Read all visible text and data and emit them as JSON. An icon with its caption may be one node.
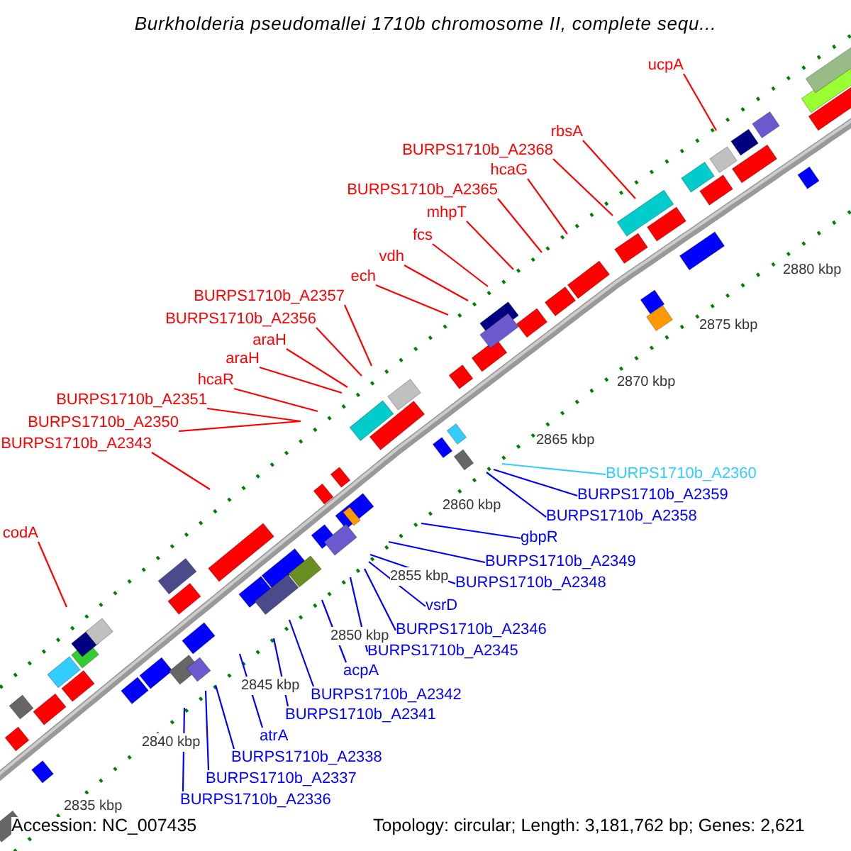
{
  "diagram": {
    "title": "Burkholderia pseudomallei 1710b chromosome II, complete sequ...",
    "nodes": [
      {
        "text": [
          "ucpA"
        ]
      },
      {
        "text": [
          "rbsA"
        ]
      },
      {
        "text": [
          "BURPS1710b_A2368"
        ]
      },
      {
        "text": [
          "hcaG"
        ]
      },
      {
        "text": [
          "BURPS1710b_A2365"
        ]
      },
      {
        "text": [
          "mhpT"
        ]
      },
      {
        "text": [
          "fcs"
        ]
      },
      {
        "text": [
          "vdh"
        ]
      },
      {
        "text": [
          "ech"
        ]
      },
      {
        "text": [
          "BURPS1710b_A2357"
        ]
      },
      {
        "text": [
          "BURPS1710b_A2356"
        ]
      },
      {
        "text": [
          "araH"
        ]
      },
      {
        "text": [
          "araH"
        ]
      },
      {
        "text": [
          "hcaR"
        ]
      },
      {
        "text": [
          "BURPS1710b_A2351"
        ]
      },
      {
        "text": [
          "BURPS1710b_A2350"
        ]
      },
      {
        "text": [
          "BURPS1710b_A2343"
        ]
      },
      {
        "text": [
          "codA"
        ]
      },
      {
        "text": [
          "BURPS1710b_A2360"
        ]
      },
      {
        "text": [
          "BURPS1710b_A2359"
        ]
      },
      {
        "text": [
          "BURPS1710b_A2358"
        ]
      },
      {
        "text": [
          "gbpR"
        ]
      },
      {
        "text": [
          "BURPS1710b_A2349"
        ]
      },
      {
        "text": [
          "BURPS1710b_A2348"
        ]
      },
      {
        "text": [
          "vsrD"
        ]
      },
      {
        "text": [
          "BURPS1710b_A2346"
        ]
      },
      {
        "text": [
          "BURPS1710b_A2345"
        ]
      },
      {
        "text": [
          "acpA"
        ]
      },
      {
        "text": [
          "BURPS1710b_A2342"
        ]
      },
      {
        "text": [
          "BURPS1710b_A2341"
        ]
      },
      {
        "text": [
          "atrA"
        ]
      },
      {
        "text": [
          "BURPS1710b_A2338"
        ]
      },
      {
        "text": [
          "BURPS1710b_A2337"
        ]
      },
      {
        "text": [
          "BURPS1710b_A2336"
        ]
      }
    ],
    "edges": [
      {
        "from": 0,
        "to": null,
        "arrow": "none"
      },
      {
        "from": 1,
        "to": null,
        "arrow": "none"
      },
      {
        "from": 2,
        "to": null,
        "arrow": "none"
      },
      {
        "from": 3,
        "to": null,
        "arrow": "none"
      },
      {
        "from": 4,
        "to": null,
        "arrow": "none"
      },
      {
        "from": 5,
        "to": null,
        "arrow": "none"
      },
      {
        "from": 6,
        "to": null,
        "arrow": "none"
      },
      {
        "from": 7,
        "to": null,
        "arrow": "none"
      },
      {
        "from": 8,
        "to": null,
        "arrow": "none"
      },
      {
        "from": 9,
        "to": null,
        "arrow": "none"
      },
      {
        "from": 10,
        "to": null,
        "arrow": "none"
      },
      {
        "from": 11,
        "to": null,
        "arrow": "none"
      },
      {
        "from": 12,
        "to": null,
        "arrow": "none"
      },
      {
        "from": 13,
        "to": null,
        "arrow": "none"
      },
      {
        "from": 14,
        "to": null,
        "arrow": "none"
      },
      {
        "from": 15,
        "to": null,
        "arrow": "none"
      },
      {
        "from": 16,
        "to": null,
        "arrow": "none"
      },
      {
        "from": 17,
        "to": null,
        "arrow": "none"
      },
      {
        "from": 18,
        "to": null,
        "arrow": "none",
        "color": "#33ccff"
      },
      {
        "from": 19,
        "to": null,
        "arrow": "none",
        "color": "#0000ff"
      },
      {
        "from": 20,
        "to": null,
        "arrow": "none",
        "color": "#0000ff"
      },
      {
        "from": 21,
        "to": null,
        "arrow": "none",
        "color": "#0000ff"
      },
      {
        "from": 22,
        "to": null,
        "arrow": "none",
        "color": "#0000ff"
      },
      {
        "from": 23,
        "to": null,
        "arrow": "none",
        "color": "#0000ff"
      },
      {
        "from": 24,
        "to": null,
        "arrow": "none",
        "color": "#0000ff"
      },
      {
        "from": 25,
        "to": null,
        "arrow": "none",
        "color": "#0000ff"
      },
      {
        "from": 26,
        "to": null,
        "arrow": "none",
        "color": "#0000ff"
      },
      {
        "from": 27,
        "to": null,
        "arrow": "none",
        "color": "#0000ff"
      },
      {
        "from": 28,
        "to": null,
        "arrow": "none",
        "color": "#0000ff"
      },
      {
        "from": 29,
        "to": null,
        "arrow": "none",
        "color": "#0000ff"
      },
      {
        "from": 30,
        "to": null,
        "arrow": "none",
        "color": "#0000ff"
      },
      {
        "from": 31,
        "to": null,
        "arrow": "none",
        "color": "#0000ff"
      },
      {
        "from": 32,
        "to": null,
        "arrow": "none",
        "color": "#0000ff"
      },
      {
        "from": 33,
        "to": null,
        "arrow": "none",
        "color": "#0000ff"
      }
    ],
    "labels": [
      "2880 kbp",
      "2875 kbp",
      "2870 kbp",
      "2865 kbp",
      "2860 kbp",
      "2855 kbp",
      "2850 kbp",
      "2845 kbp",
      "2840 kbp",
      "2835 kbp",
      "Accession: NC_007435",
      "Topology: circular; Length: 3,181,762 bp; Genes: 2,621"
    ]
  }
}
